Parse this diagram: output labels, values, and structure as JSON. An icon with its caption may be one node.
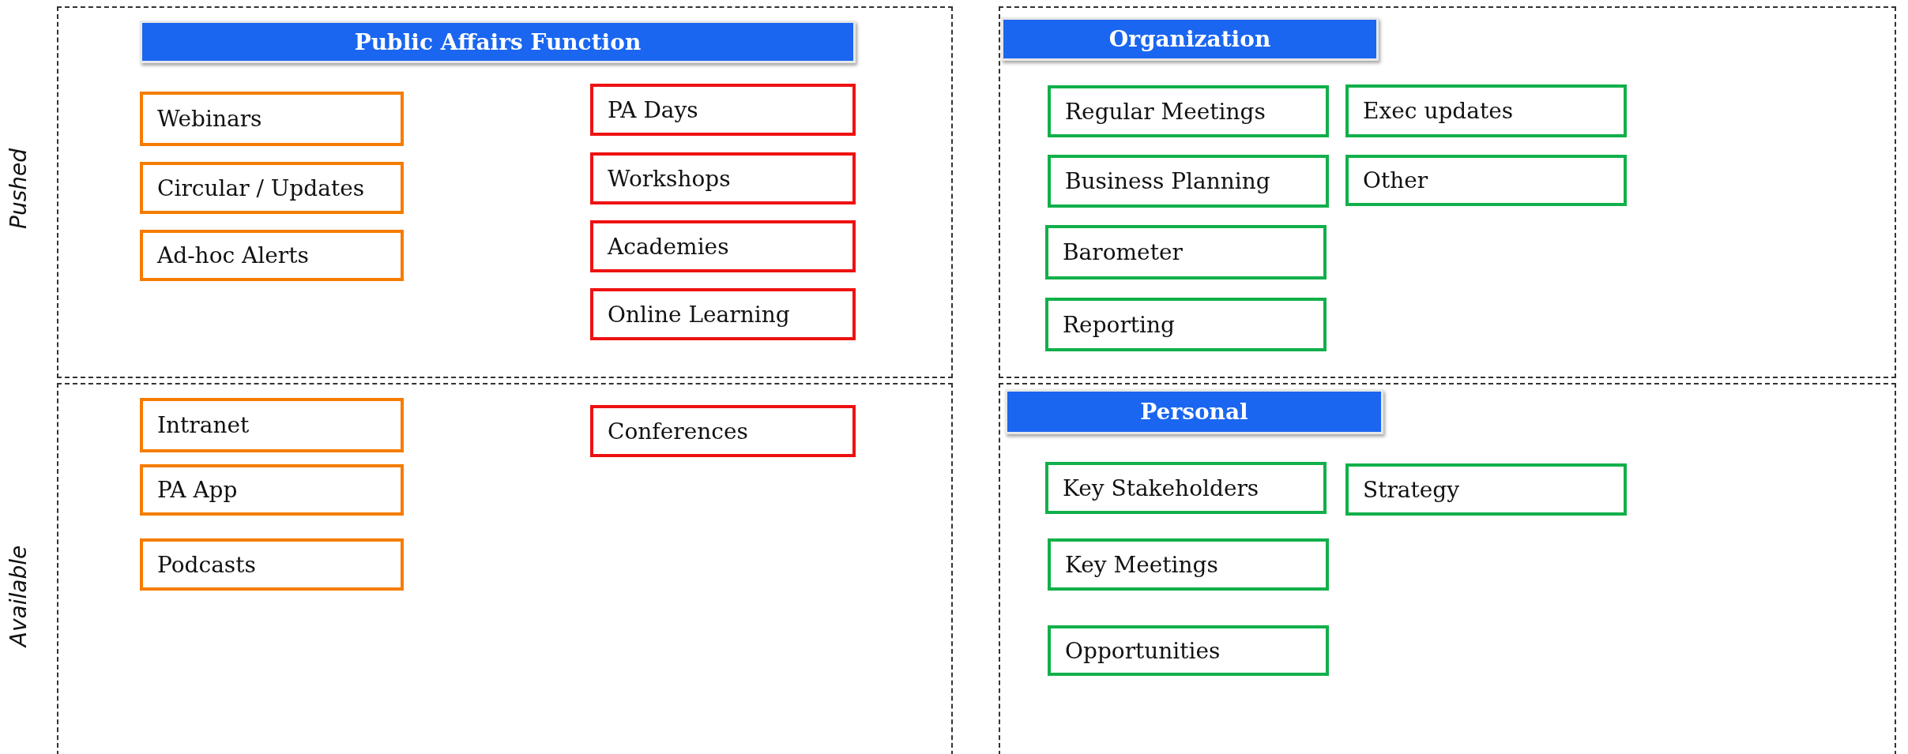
{
  "diagram": {
    "nodes": [
      {
        "text": [],
        "shape": "box"
      },
      {
        "text": [
          "Public Affairs Function"
        ],
        "in": 0
      },
      {
        "text": [
          "Webinars"
        ],
        "in": 0
      },
      {
        "text": [
          "PA Days"
        ],
        "in": 0
      },
      {
        "text": [
          "Circular / Updates"
        ],
        "in": 0
      },
      {
        "text": [
          "Workshops"
        ],
        "in": 0
      },
      {
        "text": [
          "Ad-hoc Alerts"
        ],
        "in": 0
      },
      {
        "text": [
          "Academies"
        ],
        "in": 0
      },
      {
        "text": [
          "Online Learning"
        ],
        "in": 0
      },
      {
        "text": [],
        "shape": "box"
      },
      {
        "text": [
          "Organization"
        ],
        "in": 9
      },
      {
        "text": [
          "Regular Meetings"
        ],
        "in": 9
      },
      {
        "text": [
          "Exec updates"
        ],
        "in": 9
      },
      {
        "text": [
          "Business Planning"
        ],
        "in": 9
      },
      {
        "text": [
          "Other"
        ],
        "in": 9
      },
      {
        "text": [
          "Barometer"
        ],
        "in": 9
      },
      {
        "text": [
          "Reporting"
        ],
        "in": 9
      },
      {
        "text": [],
        "shape": "box"
      },
      {
        "text": [
          "Intranet"
        ],
        "in": 17
      },
      {
        "text": [
          "Conferences"
        ],
        "in": 17
      },
      {
        "text": [
          "PA App"
        ],
        "in": 17
      },
      {
        "text": [
          "Podcasts"
        ],
        "in": 17
      },
      {
        "text": [],
        "shape": "box"
      },
      {
        "text": [
          "Personal"
        ],
        "in": 22
      },
      {
        "text": [
          "Key Stakeholders"
        ],
        "in": 22
      },
      {
        "text": [
          "Strategy"
        ],
        "in": 22
      },
      {
        "text": [
          "Key Meetings"
        ],
        "in": 22
      },
      {
        "text": [
          "Opportunities"
        ],
        "in": 22
      }
    ],
    "labels": [
      "Pushed",
      "Available"
    ]
  }
}
